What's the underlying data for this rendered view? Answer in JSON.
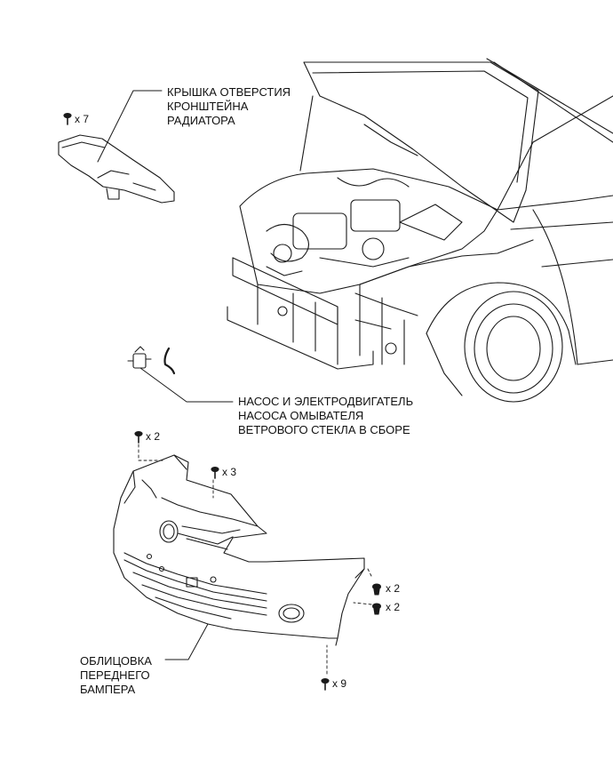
{
  "callouts": {
    "radiator_cover": [
      "КРЫШКА ОТВЕРСТИЯ",
      "КРОНШТЕЙНА",
      "РАДИАТОРА"
    ],
    "washer_pump": [
      "НАСОС И ЭЛЕКТРОДВИГАТЕЛЬ",
      "НАСОСА ОМЫВАТЕЛЯ",
      "ВЕТРОВОГО СТЕКЛА В СБОРЕ"
    ],
    "bumper_cover": [
      "ОБЛИЦОВКА",
      "ПЕРЕДНЕГО",
      "БАМПЕРА"
    ]
  },
  "fasteners": {
    "cover_clips": "x 7",
    "upper_clips": "x 2",
    "upper_screws": "x 3",
    "side_screws": "x 2",
    "side_clips": "x 2",
    "lower_screws": "x 9"
  },
  "icons": [
    "clip-icon",
    "screw-icon",
    "bolt-icon"
  ],
  "colors": {
    "line": "#1a1a1a",
    "background": "#ffffff"
  }
}
